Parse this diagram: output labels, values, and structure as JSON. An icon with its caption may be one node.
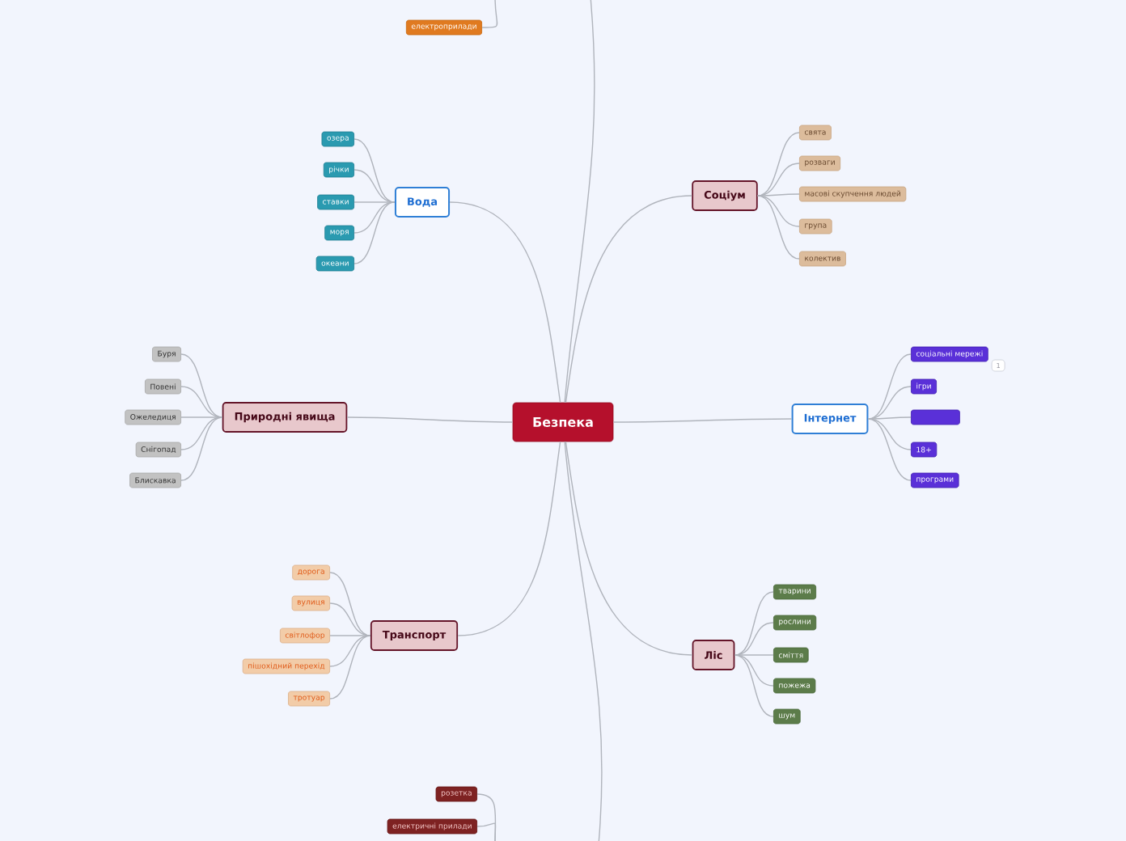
{
  "diagram": {
    "nodes": [
      {
        "text": [
          "Безпека"
        ]
      },
      {
        "text": [
          "Вода"
        ]
      },
      {
        "text": [
          "озера"
        ]
      },
      {
        "text": [
          "річки"
        ]
      },
      {
        "text": [
          "ставки"
        ]
      },
      {
        "text": [
          "моря"
        ]
      },
      {
        "text": [
          "океани"
        ]
      },
      {
        "text": [
          "Соціум"
        ]
      },
      {
        "text": [
          "свята"
        ]
      },
      {
        "text": [
          "розваги"
        ]
      },
      {
        "text": [
          "масові скупчення людей"
        ]
      },
      {
        "text": [
          "група"
        ]
      },
      {
        "text": [
          "колектив"
        ]
      },
      {
        "text": [
          "Природні явища"
        ]
      },
      {
        "text": [
          "Буря"
        ]
      },
      {
        "text": [
          "Повені"
        ]
      },
      {
        "text": [
          "Ожеледиця"
        ]
      },
      {
        "text": [
          "Снігопад"
        ]
      },
      {
        "text": [
          "Блискавка"
        ]
      },
      {
        "text": [
          "Інтернет"
        ]
      },
      {
        "text": [
          "соціальні мережі"
        ]
      },
      {
        "text": [
          "ігри"
        ]
      },
      {
        "text": [],
        "shape": "box"
      },
      {
        "text": [
          "18+"
        ]
      },
      {
        "text": [
          "програми"
        ]
      },
      {
        "text": [
          "Транспорт"
        ]
      },
      {
        "text": [
          "дорога"
        ]
      },
      {
        "text": [
          "вулиця"
        ]
      },
      {
        "text": [
          "світлофор"
        ]
      },
      {
        "text": [
          "пішохідний перехід"
        ]
      },
      {
        "text": [
          "тротуар"
        ]
      },
      {
        "text": [
          "Ліс"
        ]
      },
      {
        "text": [
          "тварини"
        ]
      },
      {
        "text": [
          "рослини"
        ]
      },
      {
        "text": [
          "сміття"
        ]
      },
      {
        "text": [
          "пожежа"
        ]
      },
      {
        "text": [
          "шум"
        ]
      },
      {
        "text": [
          "електроприлади"
        ]
      },
      {
        "text": [
          "розетка"
        ]
      },
      {
        "text": [
          "електричні прилади"
        ]
      }
    ],
    "edges": [
      {
        "from": 0,
        "to": 1,
        "arrow": "none"
      },
      {
        "from": 1,
        "to": 2,
        "arrow": "none"
      },
      {
        "from": 1,
        "to": 3,
        "arrow": "none"
      },
      {
        "from": 1,
        "to": 4,
        "arrow": "none"
      },
      {
        "from": 1,
        "to": 5,
        "arrow": "none"
      },
      {
        "from": 1,
        "to": 6,
        "arrow": "none"
      },
      {
        "from": 0,
        "to": 7,
        "arrow": "none"
      },
      {
        "from": 7,
        "to": 8,
        "arrow": "none"
      },
      {
        "from": 7,
        "to": 9,
        "arrow": "none"
      },
      {
        "from": 7,
        "to": 10,
        "arrow": "none"
      },
      {
        "from": 7,
        "to": 11,
        "arrow": "none"
      },
      {
        "from": 7,
        "to": 12,
        "arrow": "none"
      },
      {
        "from": 0,
        "to": 13,
        "arrow": "none"
      },
      {
        "from": 13,
        "to": 14,
        "arrow": "none"
      },
      {
        "from": 13,
        "to": 15,
        "arrow": "none"
      },
      {
        "from": 13,
        "to": 16,
        "arrow": "none"
      },
      {
        "from": 13,
        "to": 17,
        "arrow": "none"
      },
      {
        "from": 13,
        "to": 18,
        "arrow": "none"
      },
      {
        "from": 0,
        "to": 19,
        "arrow": "none"
      },
      {
        "from": 19,
        "to": 20,
        "arrow": "none"
      },
      {
        "from": 19,
        "to": 21,
        "arrow": "none"
      },
      {
        "from": 19,
        "to": 22,
        "arrow": "none"
      },
      {
        "from": 19,
        "to": 23,
        "arrow": "none"
      },
      {
        "from": 19,
        "to": 24,
        "arrow": "none"
      },
      {
        "from": 0,
        "to": 25,
        "arrow": "none"
      },
      {
        "from": 25,
        "to": 26,
        "arrow": "none"
      },
      {
        "from": 25,
        "to": 27,
        "arrow": "none"
      },
      {
        "from": 25,
        "to": 28,
        "arrow": "none"
      },
      {
        "from": 25,
        "to": 29,
        "arrow": "none"
      },
      {
        "from": 25,
        "to": 30,
        "arrow": "none"
      },
      {
        "from": 0,
        "to": 31,
        "arrow": "none"
      },
      {
        "from": 31,
        "to": 32,
        "arrow": "none"
      },
      {
        "from": 31,
        "to": 33,
        "arrow": "none"
      },
      {
        "from": 31,
        "to": 34,
        "arrow": "none"
      },
      {
        "from": 31,
        "to": 35,
        "arrow": "none"
      },
      {
        "from": 31,
        "to": 36,
        "arrow": "none"
      },
      {
        "from": 0,
        "to": null,
        "arrow": "none"
      },
      {
        "from": 0,
        "to": null,
        "arrow": "none"
      },
      {
        "from": null,
        "to": 37,
        "arrow": "none"
      },
      {
        "from": null,
        "to": 38,
        "arrow": "none"
      },
      {
        "from": null,
        "to": 39,
        "arrow": "none"
      }
    ],
    "labels": [
      "1"
    ]
  }
}
